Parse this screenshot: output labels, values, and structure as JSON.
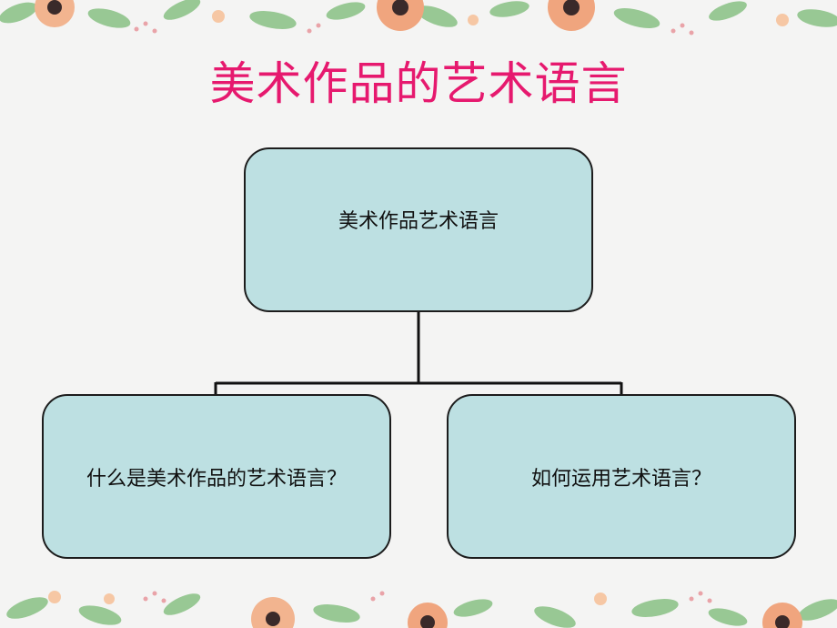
{
  "slide": {
    "title": "美术作品的艺术语言"
  },
  "diagram": {
    "root": "美术作品艺术语言",
    "children": [
      "什么是美术作品的艺术语言？",
      "如何运用艺术语言？"
    ]
  },
  "colors": {
    "title": "#e6196e",
    "node_fill": "#bde0e2",
    "node_border": "#1c1c1c",
    "background": "#f4f4f3"
  }
}
